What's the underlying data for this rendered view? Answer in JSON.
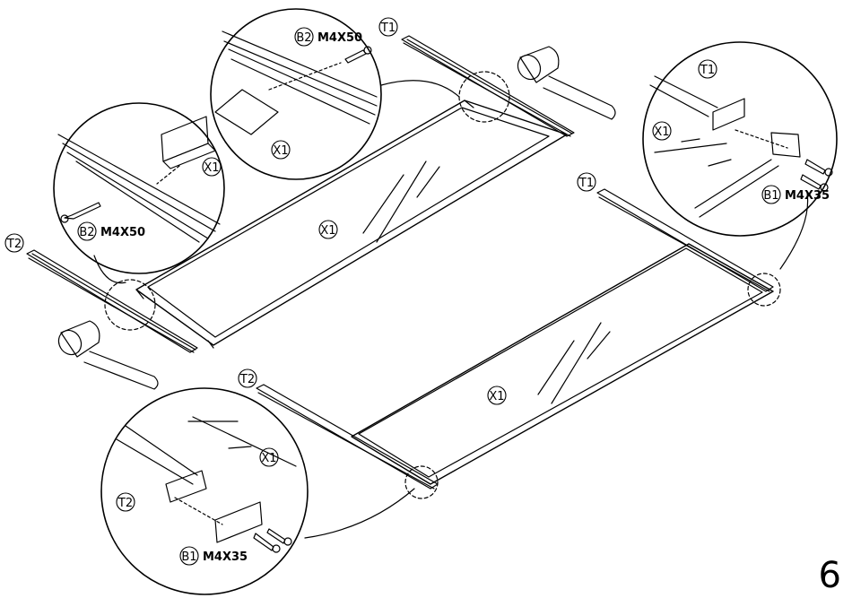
{
  "labels": {
    "t1": "T1",
    "t2": "T2",
    "x1": "X1",
    "b1": "B1",
    "b2": "B2",
    "screw_b1": "M4X35",
    "screw_b2": "M4X50"
  },
  "step_number": "6"
}
